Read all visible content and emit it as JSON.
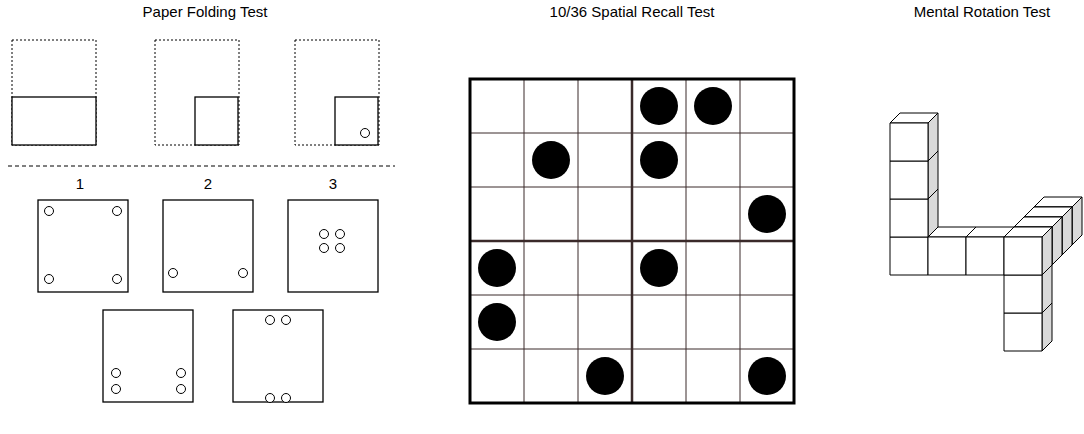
{
  "diagram": {
    "labels": [
      "Paper Folding Test",
      "10/36 Spatial Recall Test",
      "Mental Rotation Test",
      "1",
      "2",
      "3"
    ]
  }
}
